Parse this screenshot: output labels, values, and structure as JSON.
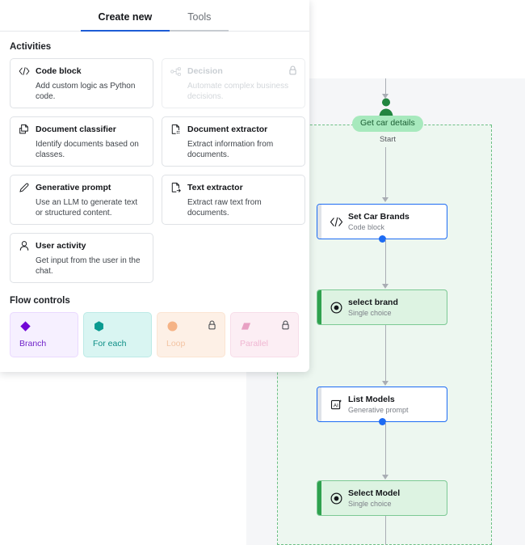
{
  "panel": {
    "tabs": [
      {
        "label": "Create new",
        "active": true
      },
      {
        "label": "Tools",
        "active": false
      }
    ],
    "activities_title": "Activities",
    "activities": [
      {
        "name": "Code block",
        "desc": "Add custom logic as Python code.",
        "icon": "code-brackets-icon",
        "locked": false
      },
      {
        "name": "Decision",
        "desc": "Automate complex business decisions.",
        "icon": "decision-node-icon",
        "locked": true
      },
      {
        "name": "Document classifier",
        "desc": "Identify documents based on classes.",
        "icon": "document-classifier-icon",
        "locked": false
      },
      {
        "name": "Document extractor",
        "desc": "Extract information from documents.",
        "icon": "document-extractor-icon",
        "locked": false
      },
      {
        "name": "Generative prompt",
        "desc": "Use an LLM to generate text or structured content.",
        "icon": "pencil-icon",
        "locked": false
      },
      {
        "name": "Text extractor",
        "desc": "Extract raw text from documents.",
        "icon": "text-extractor-icon",
        "locked": false
      },
      {
        "name": "User activity",
        "desc": "Get input from the user in the chat.",
        "icon": "user-icon",
        "locked": false
      }
    ],
    "flow_controls_title": "Flow controls",
    "flow_controls": [
      {
        "label": "Branch",
        "shape": "diamond-icon",
        "locked": false,
        "bg": "#f6f0ff",
        "border": "#ead9ff",
        "shape_color": "#7207d6",
        "text_color": "#6f23c9"
      },
      {
        "label": "For each",
        "shape": "hexagon-icon",
        "locked": false,
        "bg": "#d9f5f2",
        "border": "#bceae6",
        "shape_color": "#0a9a90",
        "text_color": "#0d8e86"
      },
      {
        "label": "Loop",
        "shape": "circle-icon",
        "locked": true,
        "bg": "#fdf0e6",
        "border": "#fbe4d2",
        "shape_color": "#f5b386",
        "text_color": "#f3c4a3"
      },
      {
        "label": "Parallel",
        "shape": "parallelogram-icon",
        "locked": true,
        "bg": "#fceef4",
        "border": "#f7dde9",
        "shape_color": "#e8a0c3",
        "text_color": "#f0b6d2"
      }
    ]
  },
  "canvas": {
    "group": {
      "pill_label": "Get car details",
      "start_label": "Start",
      "pill_bg": "#a7e9bd",
      "pill_text": "#1b5e33",
      "region_bg": "#edf7f0",
      "border_color": "#6cbf84"
    },
    "nodes": [
      {
        "title": "Set Car Brands",
        "subtitle": "Code block",
        "icon": "code-brackets-icon",
        "state": "selected"
      },
      {
        "title": "select brand",
        "subtitle": "Single choice",
        "icon": "radio-selected-icon",
        "state": "green"
      },
      {
        "title": "List Models",
        "subtitle": "Generative prompt",
        "icon": "ai-image-icon",
        "state": "selected"
      },
      {
        "title": "Select Model",
        "subtitle": "Single choice",
        "icon": "radio-selected-icon",
        "state": "green"
      }
    ],
    "accent_selected": "#1d6bf3",
    "accent_green": "#2fa14f",
    "connector_color": "#a9adb4",
    "background": "#f5f6f8"
  }
}
